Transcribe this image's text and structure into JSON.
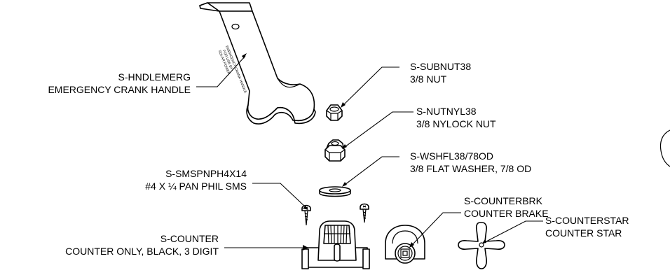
{
  "labels": [
    {
      "part": "S-HNDLEMERG",
      "desc": "EMERGENCY CRANK HANDLE"
    },
    {
      "part": "S-SUBNUT38",
      "desc": "3/8 NUT"
    },
    {
      "part": "S-NUTNYL38",
      "desc": "3/8 NYLOCK NUT"
    },
    {
      "part": "S-WSHFL38/78OD",
      "desc": "3/8 FLAT WASHER, 7/8 OD"
    },
    {
      "part": "S-SMSPNPH4X14",
      "desc": "#4 X ¼ PAN PHIL SMS"
    },
    {
      "part": "S-COUNTERBRK",
      "desc": "COUNTER BRAKE"
    },
    {
      "part": "S-COUNTER",
      "desc": "COUNTER ONLY, BLACK, 3 DIGIT"
    },
    {
      "part": "S-COUNTERSTAR",
      "desc": "COUNTER STAR"
    }
  ],
  "handle_imprint": [
    "EMERGENCY CRANK HANDLE",
    "FOR USE BY",
    "SOLAR POWER"
  ]
}
